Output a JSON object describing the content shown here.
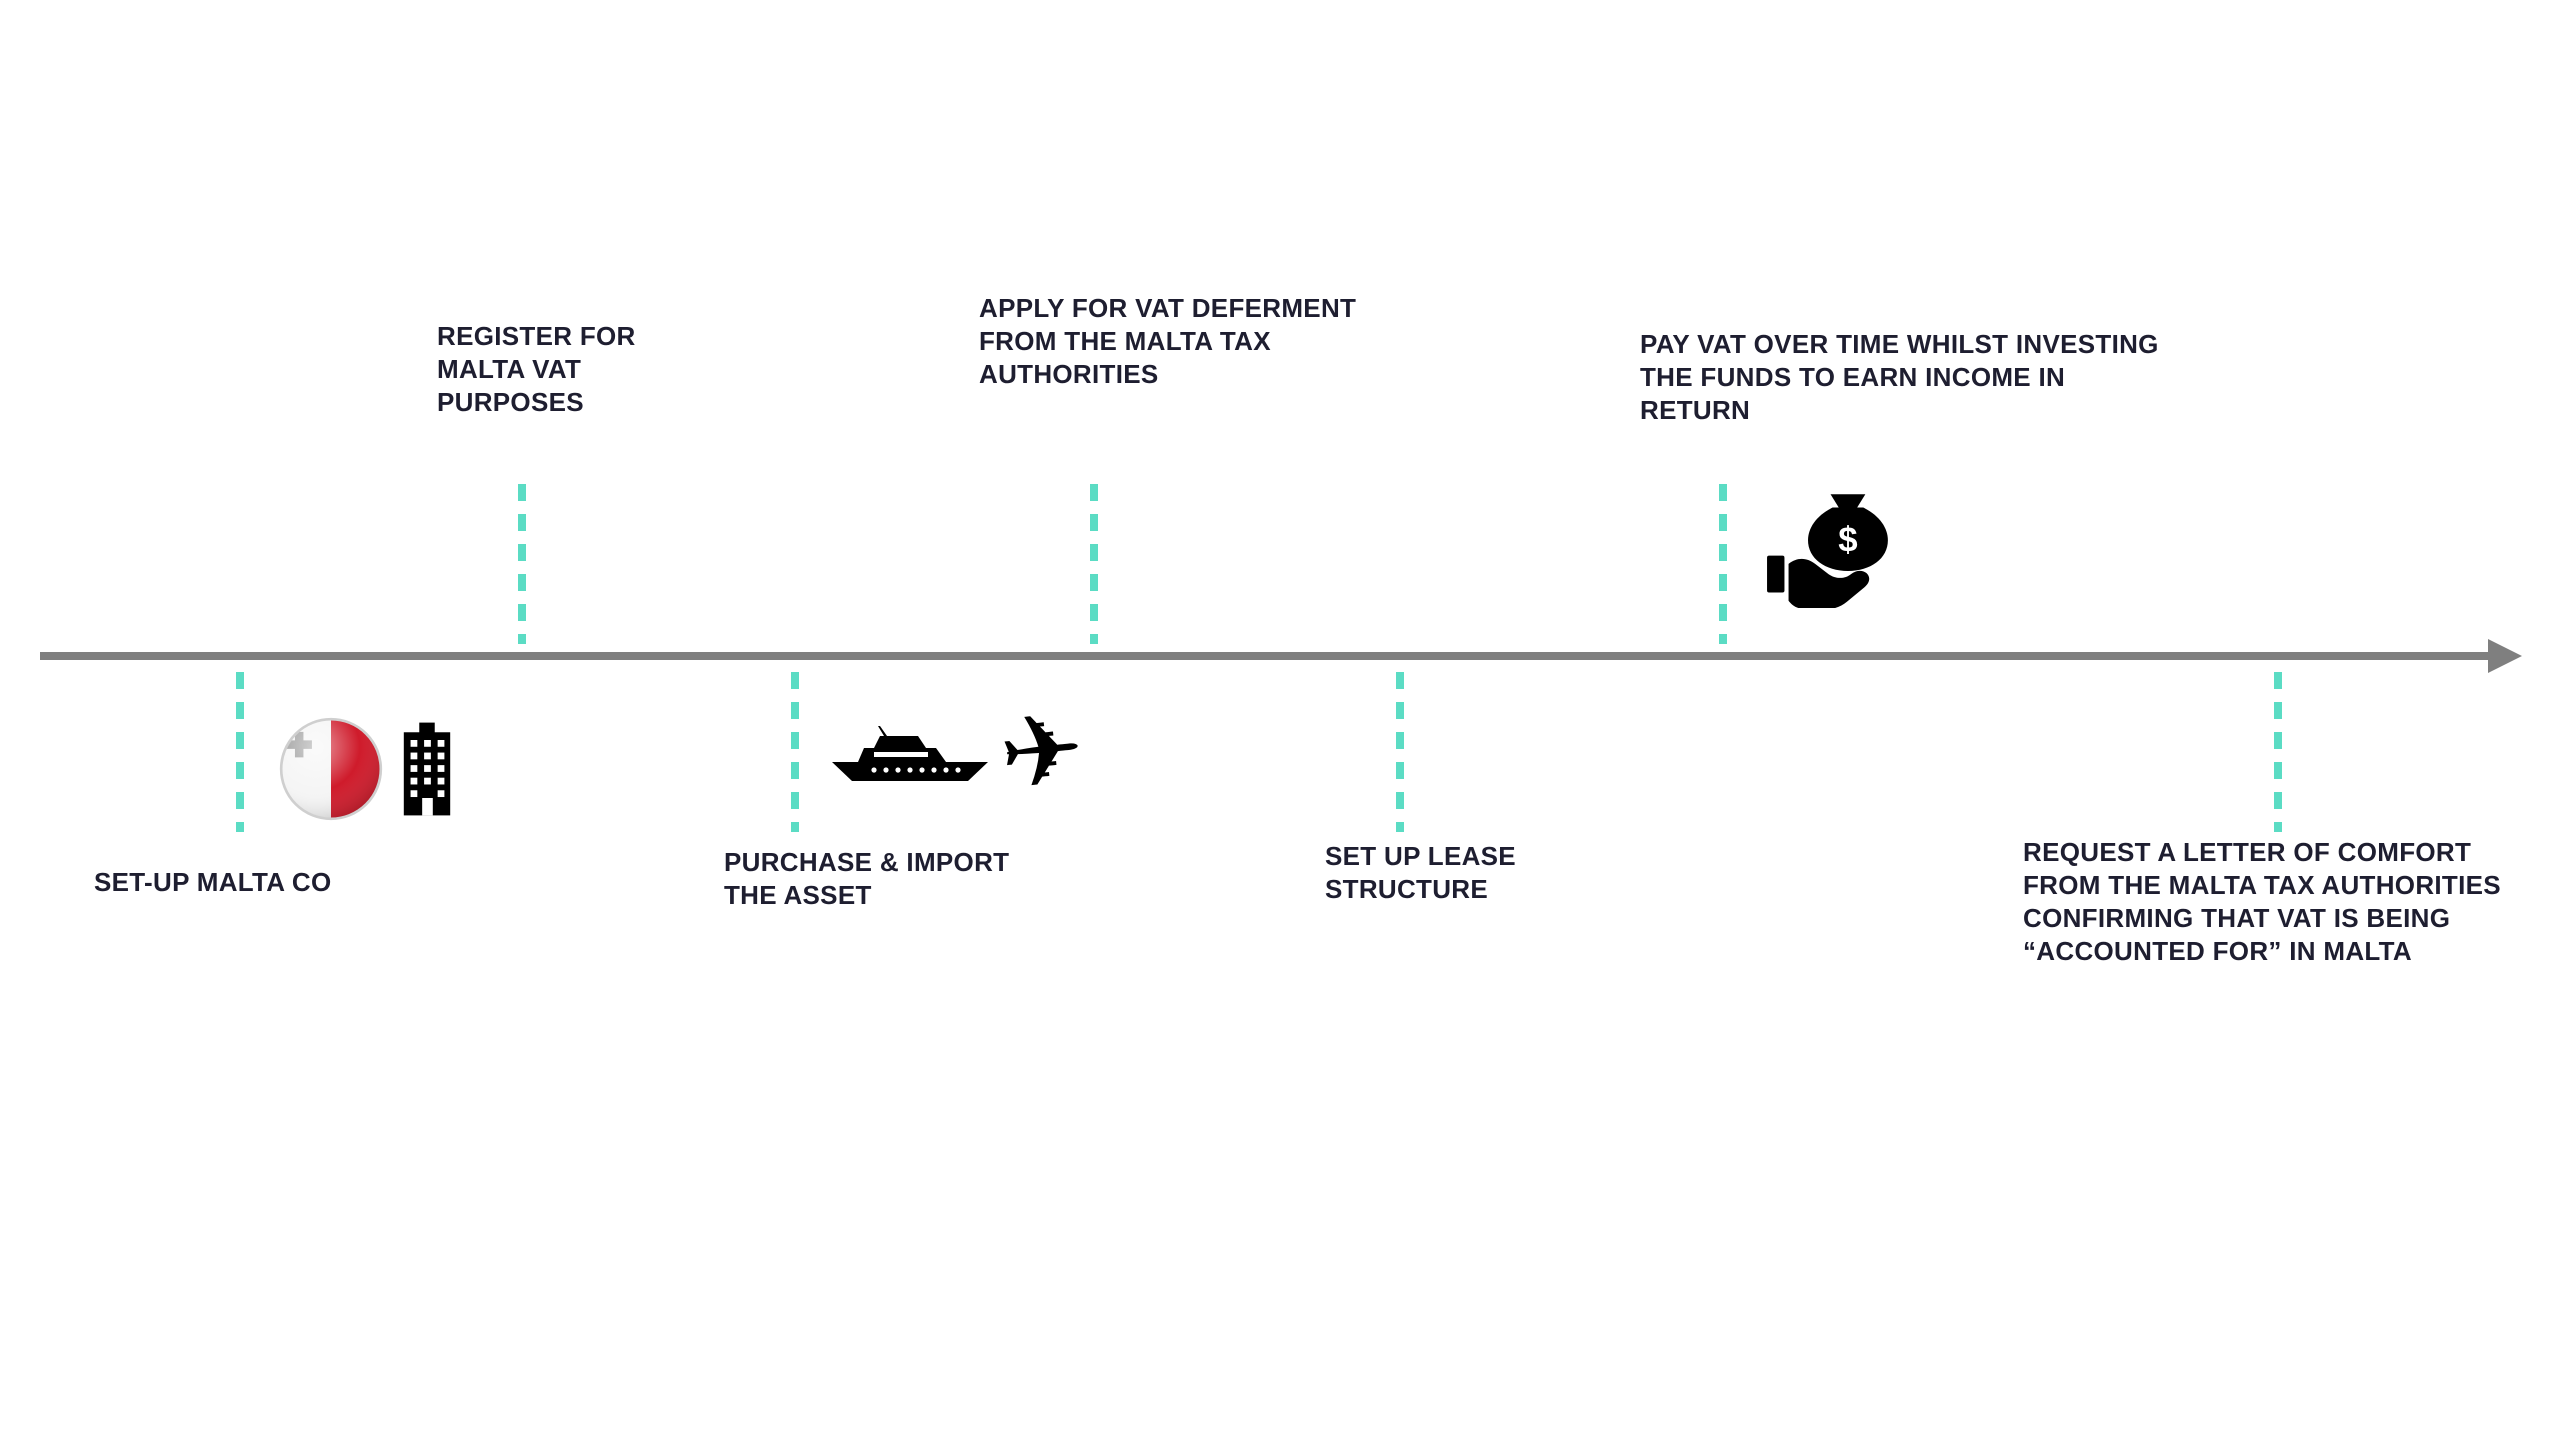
{
  "page": {
    "background_color": "#ffffff"
  },
  "timeline": {
    "line_color": "#7f7f7f",
    "tick_color": "#5bdcc4",
    "text_color": "#1e1e30",
    "steps": [
      {
        "label": "SET-UP MALTA CO",
        "position": "below"
      },
      {
        "label": "REGISTER FOR\nMALTA VAT\nPURPOSES",
        "position": "above"
      },
      {
        "label": "PURCHASE & IMPORT\nTHE ASSET",
        "position": "below"
      },
      {
        "label": "APPLY FOR VAT DEFERMENT\nFROM THE MALTA TAX\nAUTHORITIES",
        "position": "above"
      },
      {
        "label": "SET UP LEASE\nSTRUCTURE",
        "position": "below"
      },
      {
        "label": "PAY VAT OVER TIME WHILST INVESTING\nTHE FUNDS TO EARN INCOME IN\nRETURN",
        "position": "above"
      },
      {
        "label": "REQUEST A LETTER OF COMFORT\nFROM THE MALTA TAX AUTHORITIES\nCONFIRMING THAT VAT IS BEING\n“ACCOUNTED FOR” IN MALTA",
        "position": "below"
      }
    ],
    "icons": [
      {
        "name": "malta-flag-icon",
        "meaning": "Flag of Malta (white and red roundel)"
      },
      {
        "name": "building-icon",
        "meaning": "Company office building"
      },
      {
        "name": "yacht-icon",
        "meaning": "Yacht asset"
      },
      {
        "name": "airplane-icon",
        "meaning": "Aircraft asset",
        "glyph": "✈"
      },
      {
        "name": "money-hand-icon",
        "meaning": "Hand holding money bag with dollar sign",
        "glyph": "$"
      }
    ]
  }
}
